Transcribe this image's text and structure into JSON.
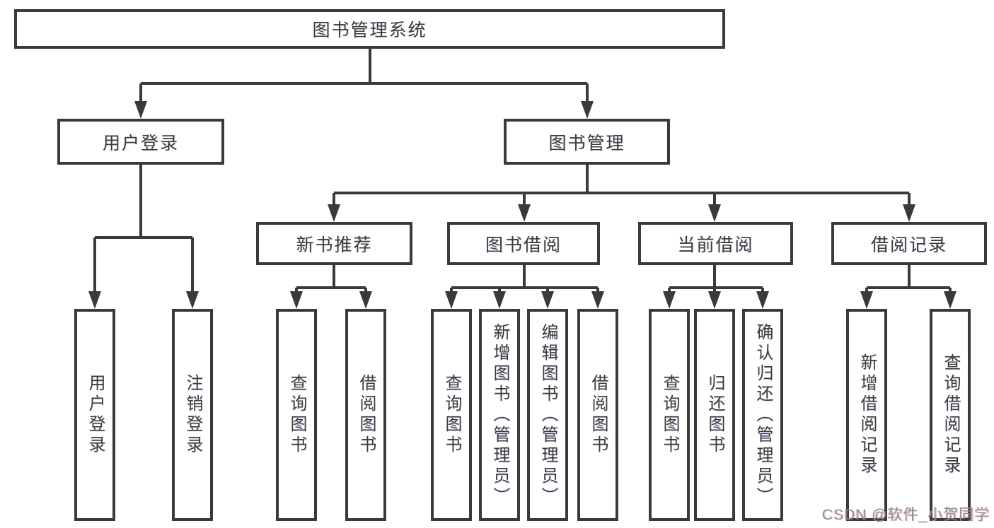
{
  "tree": {
    "root": {
      "label": "图书管理系统"
    },
    "branches": [
      {
        "label": "用户登录",
        "children": [
          {
            "label": "用户登录"
          },
          {
            "label": "注销登录"
          }
        ]
      },
      {
        "label": "图书管理",
        "sections": [
          {
            "label": "新书推荐",
            "children": [
              {
                "label": "查询图书"
              },
              {
                "label": "借阅图书"
              }
            ]
          },
          {
            "label": "图书借阅",
            "children": [
              {
                "label": "查询图书"
              },
              {
                "label": "新增图书（管理员）"
              },
              {
                "label": "编辑图书（管理员）"
              },
              {
                "label": "借阅图书"
              }
            ]
          },
          {
            "label": "当前借阅",
            "children": [
              {
                "label": "查询图书"
              },
              {
                "label": "归还图书"
              },
              {
                "label": "确认归还（管理员）"
              }
            ]
          },
          {
            "label": "借阅记录",
            "children": [
              {
                "label": "新增借阅记录"
              },
              {
                "label": "查询借阅记录"
              }
            ]
          }
        ]
      }
    ]
  },
  "watermark": {
    "text": "CSDN @软件_小贺同学"
  },
  "colors": {
    "line": "#3a3a3a",
    "text": "#3b3b3b",
    "watermark": "#8f8f8f",
    "background": "#ffffff"
  }
}
